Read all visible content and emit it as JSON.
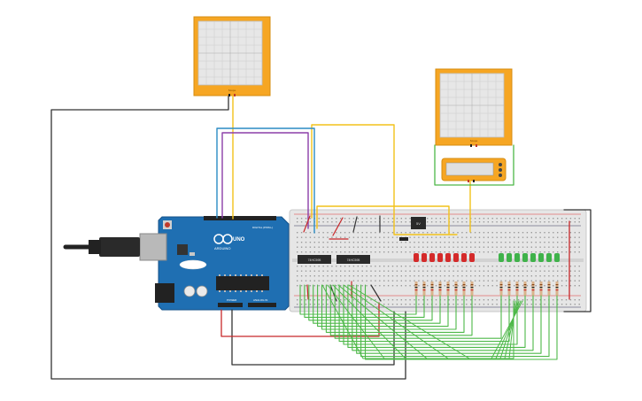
{
  "arduino": {
    "brand_text": "ARDUINO",
    "model_text": "UNO",
    "digital_header": "DIGITAL (PWM~)",
    "power_header": "POWER",
    "analog_header": "ANALOG IN"
  },
  "breadboard": {
    "ic1_label": "74HC595",
    "ic2_label": "74HC595",
    "regulator_label": "5V"
  },
  "oscilloscopes": {
    "scope1_label": "Scope",
    "scope2_label": "Scope"
  },
  "led_colors": {
    "red": "#d42a2a",
    "green": "#3fb24a"
  },
  "wire_colors": {
    "yellow": "#f2c21a",
    "blue": "#2b8cc4",
    "purple": "#8c3fa8",
    "black": "#333333",
    "red": "#c8282a",
    "green": "#4db848"
  }
}
